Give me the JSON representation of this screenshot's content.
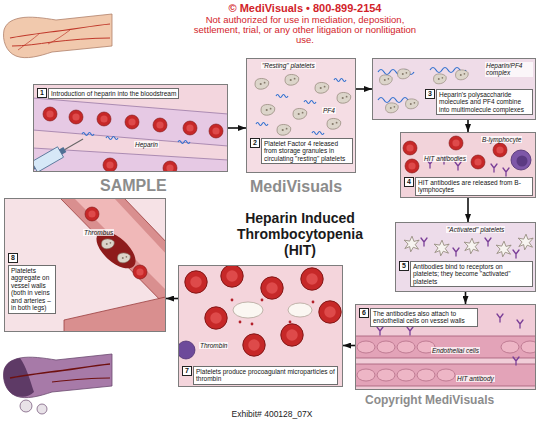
{
  "diagram": {
    "title": "Heparin Induced Thrombocytopenia (HIT)",
    "nodes": [
      {
        "text": [
          "1",
          "Introduction of heparin into the bloodstream",
          "Heparin"
        ]
      },
      {
        "text": [
          "2",
          "Platelet Factor 4 released from storage granules in circulating \"resting\" platelets",
          "\"Resting\" platelets",
          "PF4"
        ]
      },
      {
        "text": [
          "3",
          "Heparin's polysaccharide molecules and PF4 combine into multimolecule complexes",
          "Heparin/PF4 complex"
        ]
      },
      {
        "text": [
          "4",
          "HIT antibodies are released from B-lymphocytes",
          "B-lymphocyte",
          "HIT antibodies"
        ]
      },
      {
        "text": [
          "5",
          "Antibodies bind to receptors on platelets; they become \"activated\" platelets",
          "\"Activated\" platelets"
        ]
      },
      {
        "text": [
          "6",
          "The antibodies also attach to endothelial cells on vessel walls",
          "Endothelial cells",
          "HIT antibody"
        ]
      },
      {
        "text": [
          "7",
          "Platelets produce procoagulant microparticles of thrombin",
          "Thrombin"
        ]
      },
      {
        "text": [
          "8",
          "Platelets aggregate on vessel walls (both in veins and arteries – in both legs)",
          "Thrombus"
        ]
      }
    ],
    "edges": [
      {
        "from": 0,
        "to": 1,
        "arrow": "to"
      },
      {
        "from": 1,
        "to": 2,
        "arrow": "to"
      },
      {
        "from": 2,
        "to": 3,
        "arrow": "to"
      },
      {
        "from": 3,
        "to": 4,
        "arrow": "to"
      },
      {
        "from": 4,
        "to": 5,
        "arrow": "to"
      },
      {
        "from": 5,
        "to": 6,
        "arrow": "to"
      },
      {
        "from": 6,
        "to": 7,
        "arrow": "to"
      }
    ],
    "labels": [
      "© MediVisuals • 800-899-2154",
      "Not authorized for use in mediation, deposition, settlement, trial, or any other litigation or nonlitigation use.",
      "SAMPLE",
      "MediVisuals",
      "Copyright MediVisuals",
      "Exhibit# 400128_07X"
    ]
  }
}
